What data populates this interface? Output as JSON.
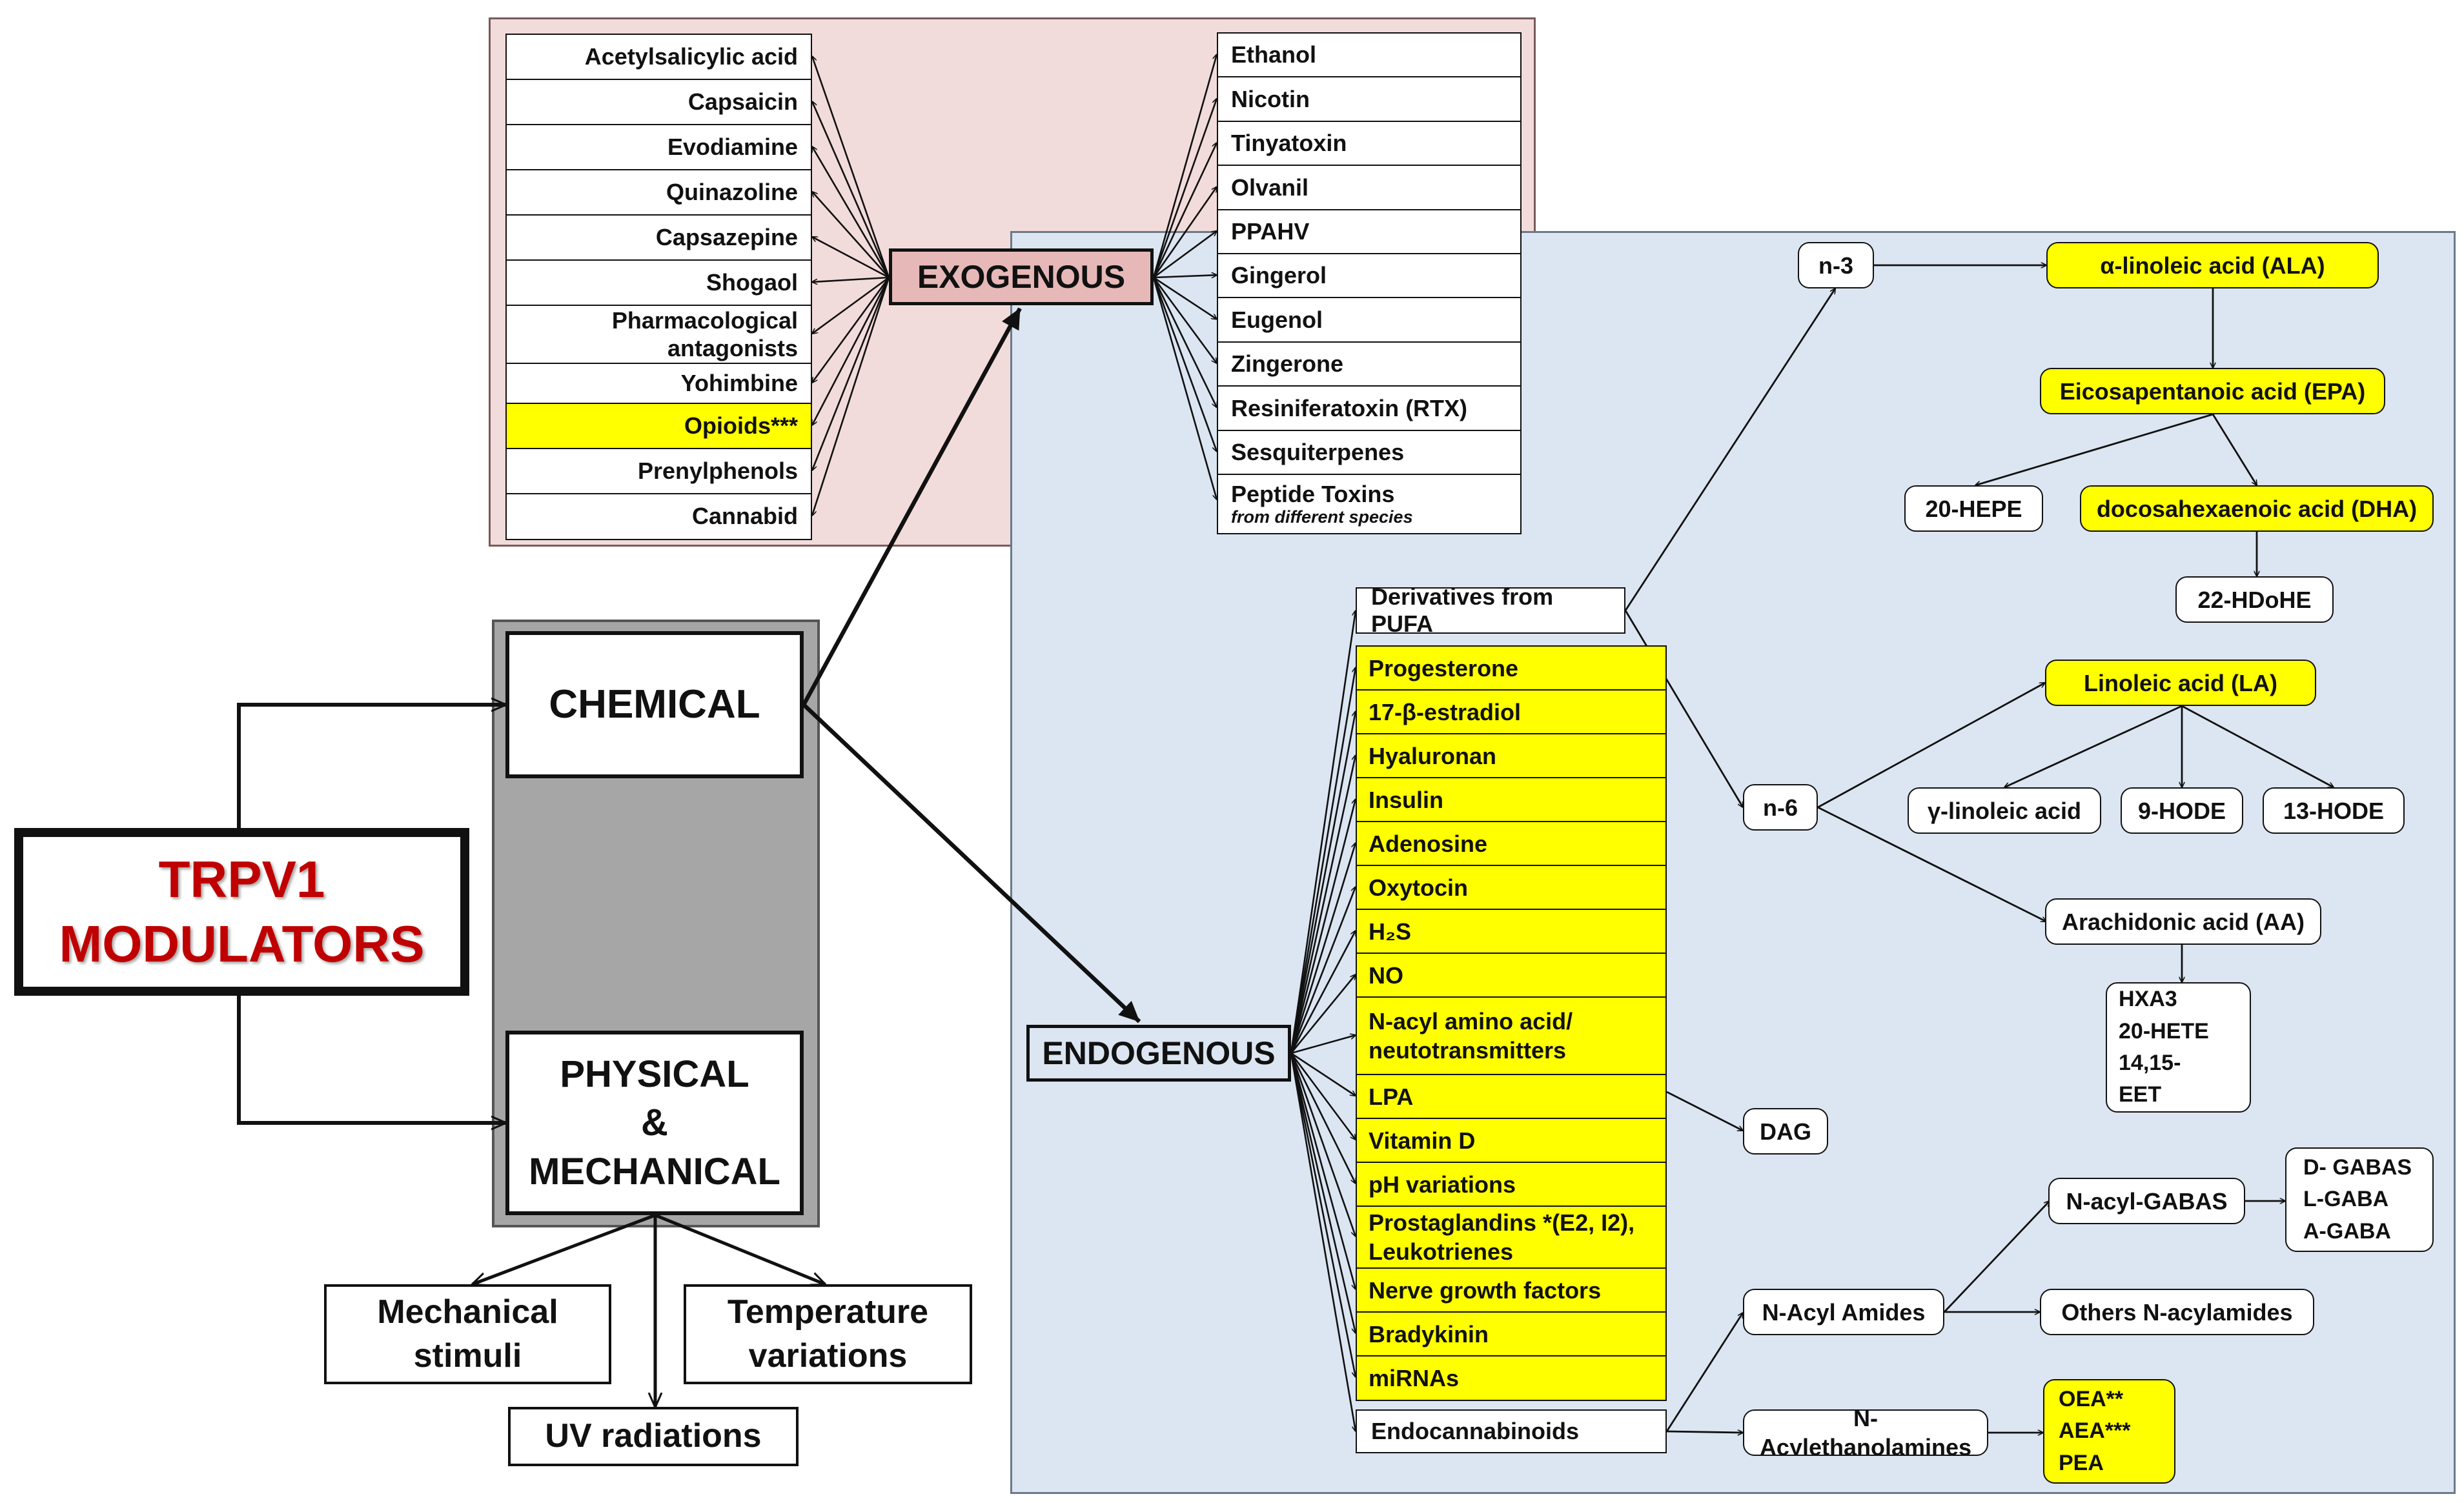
{
  "root": {
    "line1": "TRPV1",
    "line2": "MODULATORS"
  },
  "chemical": "CHEMICAL",
  "physical": {
    "line1": "PHYSICAL",
    "line2": "&",
    "line3": "MECHANICAL"
  },
  "physical_children": {
    "mechanical": {
      "line1": "Mechanical",
      "line2": "stimuli"
    },
    "temperature": {
      "line1": "Temperature",
      "line2": "variations"
    },
    "uv": "UV radiations"
  },
  "exogenous": {
    "label": "EXOGENOUS",
    "left_list": [
      {
        "text": "Acetylsalicylic acid",
        "highlight": false
      },
      {
        "text": "Capsaicin",
        "highlight": false
      },
      {
        "text": "Evodiamine",
        "highlight": false
      },
      {
        "text": "Quinazoline",
        "highlight": false
      },
      {
        "text": "Capsazepine",
        "highlight": false
      },
      {
        "text": "Shogaol",
        "highlight": false
      },
      {
        "text": "Pharmacological antagonists",
        "highlight": false
      },
      {
        "text": "Yohimbine",
        "highlight": false
      },
      {
        "text": "Opioids***",
        "highlight": true
      },
      {
        "text": "Prenylphenols",
        "highlight": false
      },
      {
        "text": "Cannabid",
        "highlight": false
      }
    ],
    "right_list": [
      "Ethanol",
      "Nicotin",
      "Tinyatoxin",
      "Olvanil",
      "PPAHV",
      "Gingerol",
      "Eugenol",
      "Zingerone",
      "Resiniferatoxin (RTX)",
      "Sesquiterpenes",
      "Peptide Toxins"
    ],
    "right_list_note": "from different species"
  },
  "endogenous": {
    "label": "ENDOGENOUS",
    "pufa": "Derivatives from PUFA",
    "endocannabinoids": "Endocannabinoids",
    "list": [
      "Progesterone",
      "17-β-estradiol",
      "Hyaluronan",
      "Insulin",
      "Adenosine",
      "Oxytocin",
      "H₂S",
      "NO",
      "N-acyl amino acid/ neutotransmitters",
      "LPA",
      "Vitamin D",
      "pH variations",
      "Prostaglandins *(E2, I2), Leukotrienes",
      "Nerve growth factors",
      "Bradykinin",
      "miRNAs"
    ],
    "dag": "DAG"
  },
  "pufa": {
    "n3": "n-3",
    "ala": "α-linoleic acid (ALA)",
    "epa": "Eicosapentanoic acid (EPA)",
    "hepe": "20-HEPE",
    "dha": "docosahexaenoic acid (DHA)",
    "hdohe": "22-HDoHE",
    "n6": "n-6",
    "la": "Linoleic acid (LA)",
    "gla": "γ-linoleic acid",
    "hode9": "9-HODE",
    "hode13": "13-HODE",
    "aa": "Arachidonic acid (AA)",
    "aa_products": [
      "HXA3",
      "20-HETE",
      "14,15-",
      "EET"
    ]
  },
  "cannabinoids": {
    "acyl_amides": "N-Acyl Amides",
    "acyl_gabas": "N-acyl-GABAS",
    "gabas": [
      "D- GABAS",
      "L-GABA",
      "A-GABA"
    ],
    "others": "Others N-acylamides",
    "acylethanolamines": "N-Acylethanolamines",
    "ethanolamines": [
      "OEA**",
      "AEA***",
      "PEA"
    ]
  },
  "colors": {
    "exogenous_panel": "#f2dcdb",
    "endogenous_panel": "#dce6f2",
    "highlight": "#ffff00",
    "root_text": "#c00000",
    "exogenous_box": "#e6b9b8",
    "endogenous_box": "#dce6f2",
    "physical_panel": "#a6a6a6"
  }
}
